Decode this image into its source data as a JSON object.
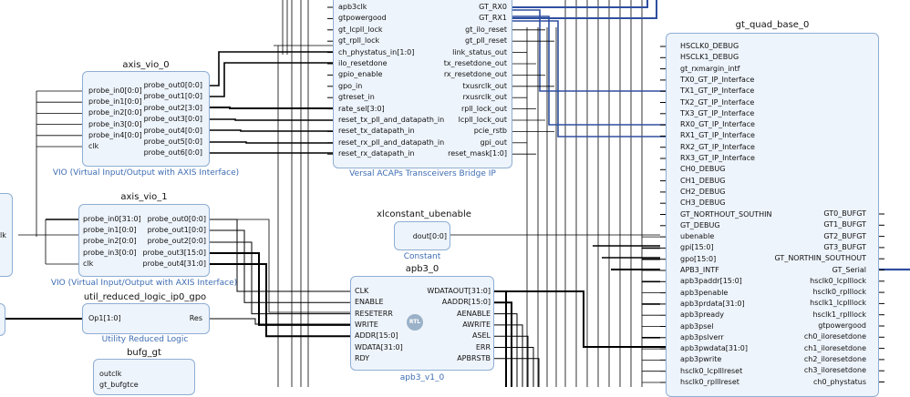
{
  "colors": {
    "block_fill": "#eef4fb",
    "block_border": "#8eaed4",
    "wire": "#000000",
    "bus_wire": "#2f4f9f",
    "subtitle": "#3d6cb3"
  },
  "bridge": {
    "left_ports": [
      "apb3clk",
      "gtpowergood",
      "gt_lcpll_lock",
      "gt_rpll_lock",
      "ch_phystatus_in[1:0]",
      "ilo_resetdone",
      "gpio_enable",
      "gpo_in",
      "gtreset_in",
      "rate_sel[3:0]",
      "reset_tx_pll_and_datapath_in",
      "reset_tx_datapath_in",
      "reset_rx_pll_and_datapath_in",
      "reset_rx_datapath_in"
    ],
    "right_ports": [
      "GT_RX0",
      "GT_RX1",
      "gt_ilo_reset",
      "gt_pll_reset",
      "link_status_out",
      "tx_resetdone_out",
      "rx_resetdone_out",
      "txusrclk_out",
      "rxusrclk_out",
      "rpll_lock_out",
      "lcpll_lock_out",
      "pcie_rstb",
      "gpi_out",
      "reset_mask[1:0]"
    ],
    "subtitle": "Versal ACAPs Transceivers Bridge IP"
  },
  "axis_vio_0": {
    "title": "axis_vio_0",
    "left_ports": [
      "probe_in0[0:0]",
      "probe_in1[0:0]",
      "probe_in2[0:0]",
      "probe_in3[0:0]",
      "probe_in4[0:0]",
      "clk"
    ],
    "right_ports": [
      "probe_out0[0:0]",
      "probe_out1[0:0]",
      "probe_out2[3:0]",
      "probe_out3[0:0]",
      "probe_out4[0:0]",
      "probe_out5[0:0]",
      "probe_out6[0:0]"
    ],
    "subtitle": "VIO (Virtual Input/Output with AXIS Interface)"
  },
  "axis_vio_1": {
    "title": "axis_vio_1",
    "left_ports": [
      "probe_in0[31:0]",
      "probe_in1[0:0]",
      "probe_in2[0:0]",
      "probe_in3[0:0]",
      "clk"
    ],
    "right_ports": [
      "probe_out0[0:0]",
      "probe_out1[0:0]",
      "probe_out2[0:0]",
      "probe_out3[15:0]",
      "probe_out4[31:0]"
    ],
    "subtitle": "VIO (Virtual Input/Output with AXIS Interface)"
  },
  "left_partial": {
    "port": "lk"
  },
  "util": {
    "title": "util_reduced_logic_ip0_gpo",
    "in_port": "Op1[1:0]",
    "out_port": "Res",
    "subtitle": "Utility Reduced Logic"
  },
  "bufg": {
    "title": "bufg_gt",
    "ports": [
      "outclk",
      "gt_bufgtce"
    ]
  },
  "xlconstant": {
    "title": "xlconstant_ubenable",
    "port": "dout[0:0]",
    "subtitle": "Constant"
  },
  "apb3": {
    "title": "apb3_0",
    "left_ports": [
      "CLK",
      "ENABLE",
      "RESETERR",
      "WRITE",
      "ADDR[15:0]",
      "WDATA[31:0]",
      "RDY"
    ],
    "right_ports": [
      "WDATAOUT[31:0]",
      "AADDR[15:0]",
      "AENABLE",
      "AWRITE",
      "ASEL",
      "ERR",
      "APBRSTB"
    ],
    "rtl": "RTL",
    "subtitle": "apb3_v1_0"
  },
  "gt_quad": {
    "title": "gt_quad_base_0",
    "left_ports": [
      "HSCLK0_DEBUG",
      "HSCLK1_DEBUG",
      "gt_rxmargin_intf",
      "TX0_GT_IP_Interface",
      "TX1_GT_IP_Interface",
      "TX2_GT_IP_Interface",
      "TX3_GT_IP_Interface",
      "RX0_GT_IP_Interface",
      "RX1_GT_IP_Interface",
      "RX2_GT_IP_Interface",
      "RX3_GT_IP_Interface",
      "CH0_DEBUG",
      "CH1_DEBUG",
      "CH2_DEBUG",
      "CH3_DEBUG",
      "GT_NORTHOUT_SOUTHIN",
      "GT_DEBUG",
      "ubenable",
      "gpi[15:0]",
      "gpo[15:0]",
      "APB3_INTF",
      "apb3paddr[15:0]",
      "apb3penable",
      "apb3prdata[31:0]",
      "apb3pready",
      "apb3psel",
      "apb3pslverr",
      "apb3pwdata[31:0]",
      "apb3pwrite",
      "hsclk0_lcplllreset",
      "hsclk0_rplllreset"
    ],
    "right_ports": [
      "GT0_BUFGT",
      "GT1_BUFGT",
      "GT2_BUFGT",
      "GT3_BUFGT",
      "GT_NORTHIN_SOUTHOUT",
      "GT_Serial",
      "hsclk0_lcplllock",
      "hsclk0_rplllock",
      "hsclk1_lcplllock",
      "hsclk1_rplllock",
      "gtpowergood",
      "ch0_iloresetdone",
      "ch1_iloresetdone",
      "ch2_iloresetdone",
      "ch3_iloresetdone",
      "ch0_phystatus"
    ]
  }
}
